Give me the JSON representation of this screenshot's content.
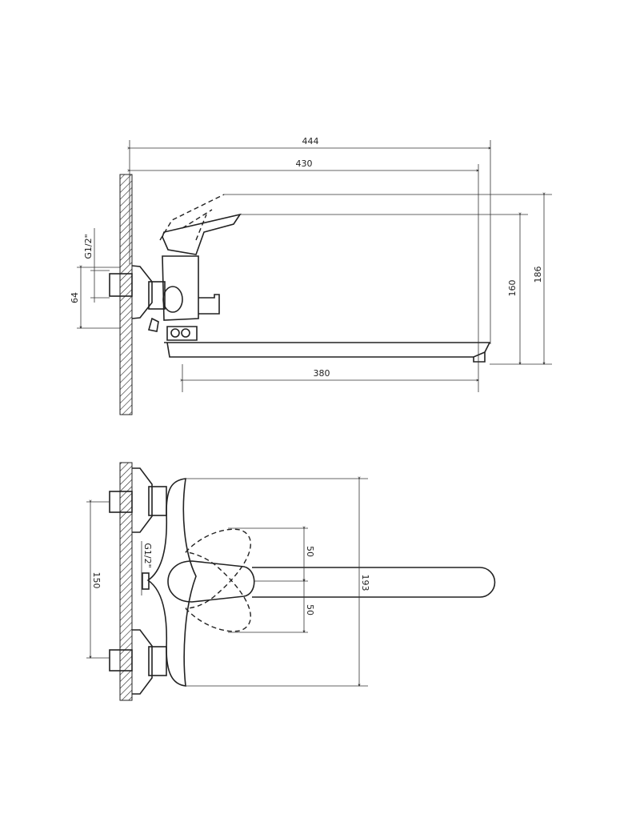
{
  "side_view": {
    "dim_total_length": "444",
    "dim_spout_length_to_axis": "430",
    "dim_total_height": "186",
    "dim_spout_height": "160",
    "dim_spout_reach": "380",
    "dim_eccentric_range": "64",
    "thread_label": "G1/2\""
  },
  "top_view": {
    "dim_connection_spacing": "150",
    "dim_body_width": "193",
    "dim_lever_swing_up": "50",
    "dim_lever_swing_down": "50",
    "thread_label": "G1/2\""
  }
}
